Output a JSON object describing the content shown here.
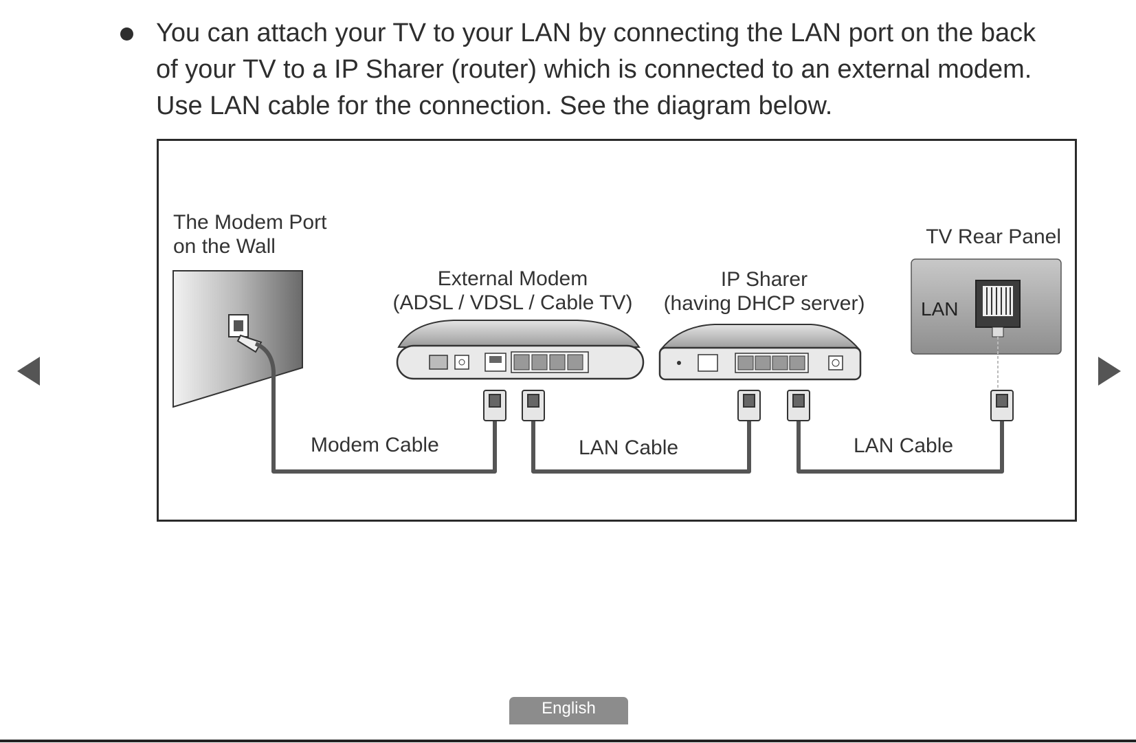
{
  "intro": {
    "lines": [
      "You can attach your TV to your LAN by connecting the LAN port on the back",
      "of your TV to a IP Sharer (router) which is connected to an external modem.",
      "Use LAN cable for the connection. See the diagram below."
    ]
  },
  "diagram": {
    "wall_port": {
      "line1": "The Modem Port",
      "line2": "on the Wall"
    },
    "modem": {
      "line1": "External Modem",
      "line2": "(ADSL / VDSL / Cable TV)"
    },
    "sharer": {
      "line1": "IP Sharer",
      "line2": "(having DHCP server)"
    },
    "tv_panel": {
      "title": "TV Rear Panel",
      "port_label": "LAN"
    },
    "cables": {
      "modem_cable": "Modem Cable",
      "lan_cable_1": "LAN Cable",
      "lan_cable_2": "LAN Cable"
    }
  },
  "footer": {
    "language": "English"
  },
  "icons": {
    "prev": "triangle-left-icon",
    "next": "triangle-right-icon",
    "bullet": "bullet-dot-icon"
  },
  "colors": {
    "text": "#2e2e2e",
    "cable": "#555555",
    "pill": "#8c8c8c"
  }
}
